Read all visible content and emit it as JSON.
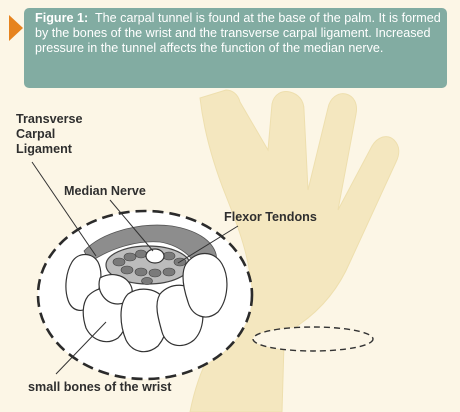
{
  "caption": {
    "label": "Figure 1:",
    "text": "The carpal tunnel is found at the base of the palm. It is formed by the bones of the wrist and the transverse carpal ligament. Increased pressure in the tunnel affects the function of the median nerve."
  },
  "labels": {
    "transverse_carpal_ligament": [
      "Transverse",
      "Carpal",
      "Ligament"
    ],
    "median_nerve": "Median Nerve",
    "flexor_tendons": "Flexor Tendons",
    "small_bones": "small bones of the wrist"
  },
  "colors": {
    "background": "#fcf6e6",
    "hand_fill": "#f4e7bf",
    "caption_box": "#82aca2",
    "caption_arrow": "#e6831e",
    "ligament": "#8d8d8d",
    "tendon": "#7a7a7a",
    "label_text": "#2f2f2f"
  }
}
